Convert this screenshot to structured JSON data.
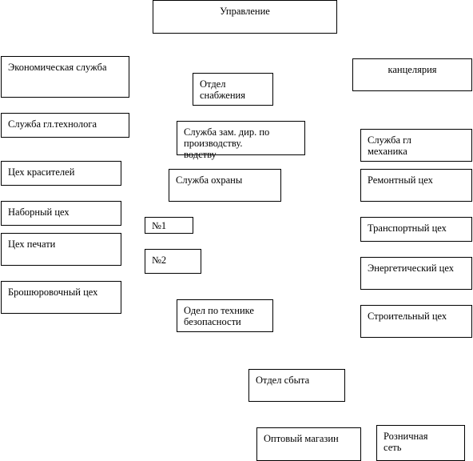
{
  "diagram": {
    "boxes": {
      "upravlenie": "Управление",
      "ekon_sluzhba": "Экономическая служба",
      "kantselyariya": "канцелярия",
      "otdel_snabzheniya": "Отдел\nснабжения",
      "sluzhba_gl_tekhnologa": "Служба гл.технолога",
      "sluzhba_zam_dir": "Служба зам. дир. по\nпроизводству.\nводству",
      "sluzhba_gl_mekhanika": "Служба гл\nмеханика",
      "tsekh_krasiteley": "Цех красителей",
      "sluzhba_okhrany": "Служба охраны",
      "remontnyy_tsekh": "Ремонтный цех",
      "nabornyy_tsekh": "Наборный цех",
      "no1": "№1",
      "transportnyy_tsekh": "Транспортный цех",
      "tsekh_pechati": "Цех печати",
      "no2": "№2",
      "energeticheskiy_tsekh": "Энергетический цех",
      "broshyurovochnyy_tsekh": "Брошюровочный цех",
      "otdel_tekhniki_bezopasnosti": "Одел по технике\nбезопасности",
      "stroitelnyy_tsekh": "Строительный цех",
      "otdel_sbyta": "Отдел сбыта",
      "optovyy_magazin": "Оптовый магазин",
      "roznichnaya_set": "Розничная\nсеть"
    }
  }
}
